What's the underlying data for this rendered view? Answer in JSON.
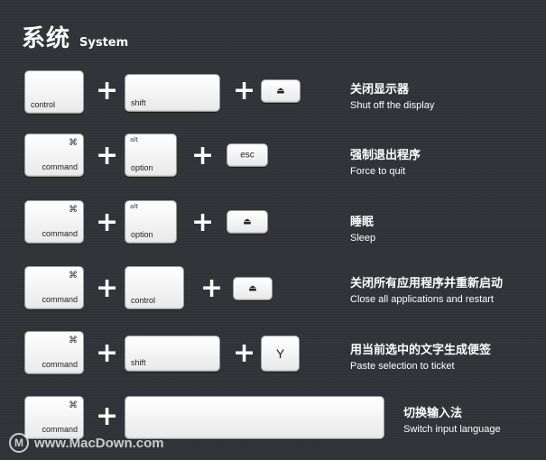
{
  "header": {
    "title_cn": "系统",
    "title_en": "System"
  },
  "shortcuts": [
    {
      "keys": [
        {
          "label": "control"
        },
        {
          "label": "shift"
        },
        {
          "label": "⏏"
        }
      ],
      "desc_cn": "关闭显示器",
      "desc_en": "Shut off the display"
    },
    {
      "keys": [
        {
          "symbol": "⌘",
          "label": "command"
        },
        {
          "alt": "alt",
          "label": "option"
        },
        {
          "label": "esc"
        }
      ],
      "desc_cn": "强制退出程序",
      "desc_en": "Force to quit"
    },
    {
      "keys": [
        {
          "symbol": "⌘",
          "label": "command"
        },
        {
          "alt": "alt",
          "label": "option"
        },
        {
          "label": "⏏"
        }
      ],
      "desc_cn": "睡眠",
      "desc_en": "Sleep"
    },
    {
      "keys": [
        {
          "symbol": "⌘",
          "label": "command"
        },
        {
          "label": "control"
        },
        {
          "label": "⏏"
        }
      ],
      "desc_cn": "关闭所有应用程序并重新启动",
      "desc_en": "Close all applications and restart"
    },
    {
      "keys": [
        {
          "symbol": "⌘",
          "label": "command"
        },
        {
          "label": "shift"
        },
        {
          "label": "Y"
        }
      ],
      "desc_cn": "用当前选中的文字生成便签",
      "desc_en": "Paste selection to ticket"
    },
    {
      "keys": [
        {
          "symbol": "⌘",
          "label": "command"
        },
        {
          "label": ""
        }
      ],
      "desc_cn": "切换输入法",
      "desc_en": "Switch input language"
    }
  ],
  "plus_sign": "+",
  "watermark": {
    "logo": "M",
    "text": "www.MacDown.com"
  }
}
